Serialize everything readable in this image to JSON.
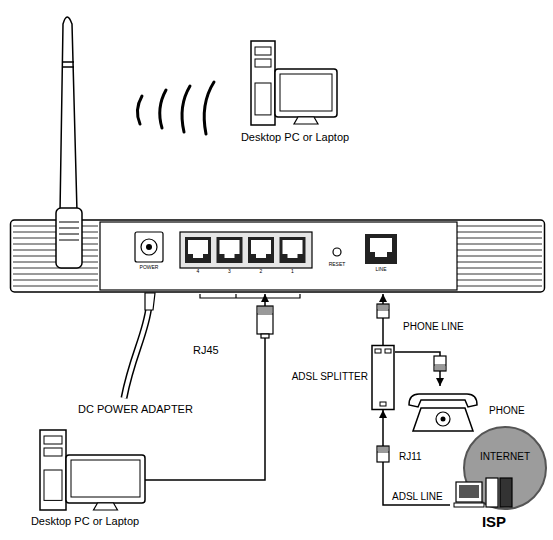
{
  "diagram": {
    "nodes": [
      {
        "text": [
          "Desktop PC or Laptop"
        ]
      },
      {
        "text": [
          "POWER",
          "4",
          "3",
          "2",
          "1",
          "RESET",
          "LINE"
        ]
      },
      {
        "text": [
          "Desktop PC or Laptop"
        ]
      },
      {
        "text": [
          "ADSL SPLITTER"
        ]
      },
      {
        "text": [
          "PHONE"
        ]
      },
      {
        "text": [
          "INTERNET"
        ]
      },
      {
        "text": [
          "ISP"
        ]
      }
    ],
    "edges": [
      {
        "from": 2,
        "to": 1,
        "arrow": "to",
        "label": "RJ45"
      },
      {
        "from": 3,
        "to": 1,
        "arrow": "to"
      },
      {
        "from": 3,
        "to": 4,
        "arrow": "to",
        "label": "PHONE LINE"
      },
      {
        "from": 6,
        "to": 3,
        "arrow": "to",
        "label": "ADSL LINE"
      }
    ],
    "labels": [
      "DC POWER ADAPTER",
      "RJ11"
    ]
  }
}
